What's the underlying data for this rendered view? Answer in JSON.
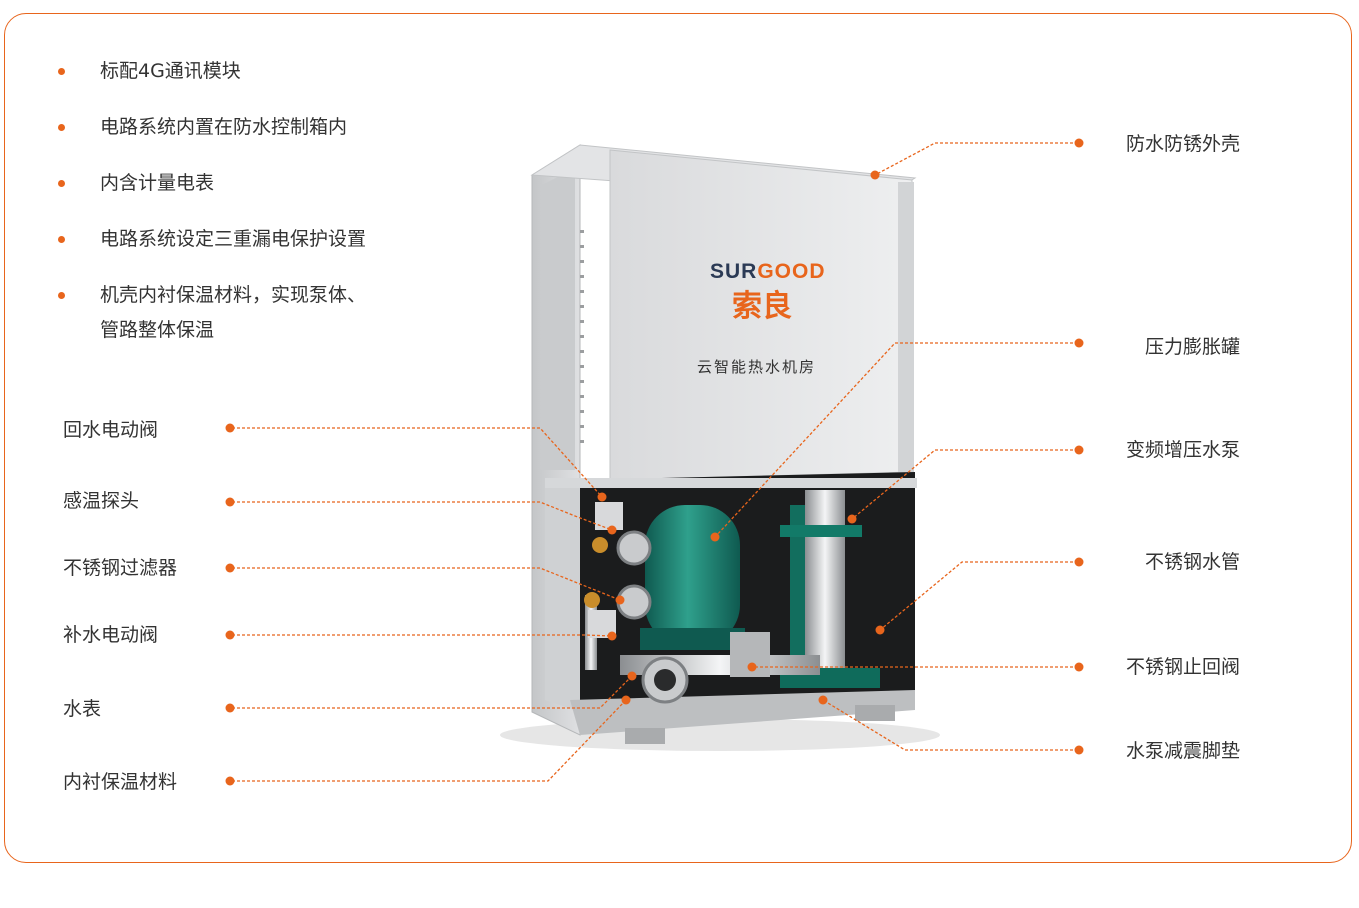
{
  "features": [
    "标配4G通讯模块",
    "电路系统内置在防水控制箱内",
    "内含计量电表",
    "电路系统设定三重漏电保护设置",
    "机壳内衬保温材料，实现泵体、",
    "管路整体保温"
  ],
  "left_labels": [
    "回水电动阀",
    "感温探头",
    "不锈钢过滤器",
    "补水电动阀",
    "水表",
    "内衬保温材料"
  ],
  "right_labels": [
    "防水防锈外壳",
    "压力膨胀罐",
    "变频增压水泵",
    "不锈钢水管",
    "不锈钢止回阀",
    "水泵减震脚垫"
  ],
  "product": {
    "brand_en": "SURGOOD",
    "brand_en_a": "SUR",
    "brand_en_b": "GOOD",
    "brand_cn": "索良",
    "name": "云智能热水机房"
  },
  "colors": {
    "accent": "#e8651c"
  }
}
